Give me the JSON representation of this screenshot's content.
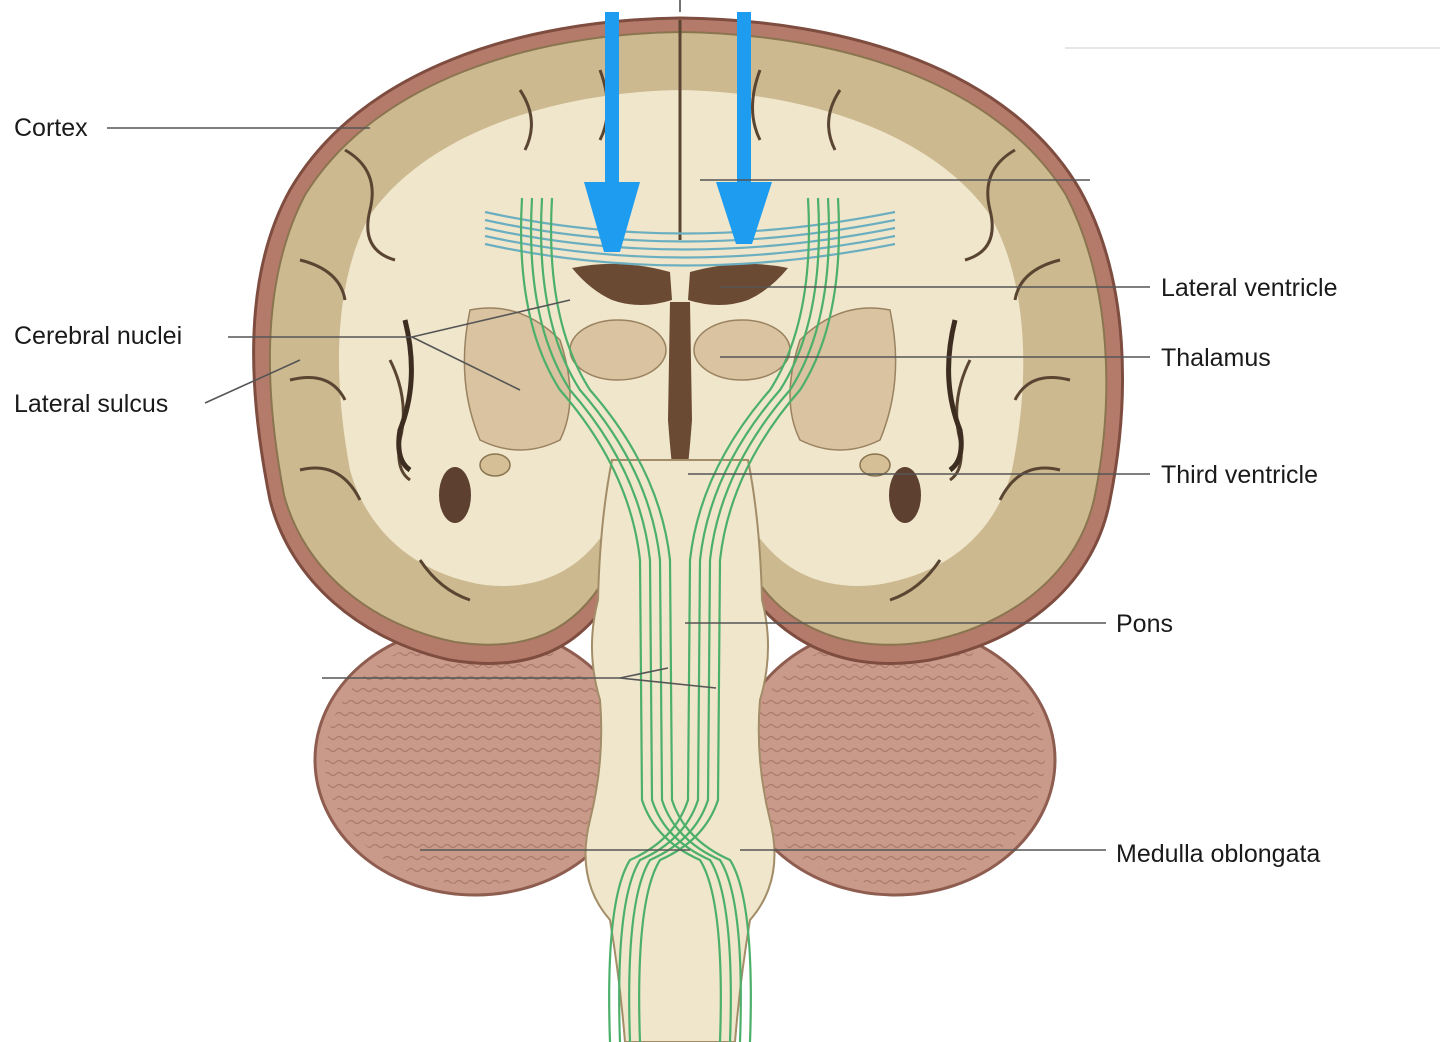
{
  "labels": {
    "cortex": "Cortex",
    "cerebral_nuclei": "Cerebral nuclei",
    "lateral_sulcus": "Lateral sulcus",
    "lateral_ventricle": "Lateral ventricle",
    "thalamus": "Thalamus",
    "third_ventricle": "Third ventricle",
    "pons": "Pons",
    "medulla_oblongata": "Medulla oblongata"
  },
  "colors": {
    "cortex_gray": "#cdb98f",
    "white_matter": "#efe6cc",
    "meninges": "#b07868",
    "cerebellum": "#c99a8a",
    "ventricle": "#6b4a34",
    "pathway_green": "#4caf6a",
    "commissure_blue": "#6aaec0",
    "arrow_blue": "#1e9cf0",
    "leader_line": "#555555"
  },
  "icons": {
    "arrows": "down-arrow-icon"
  }
}
